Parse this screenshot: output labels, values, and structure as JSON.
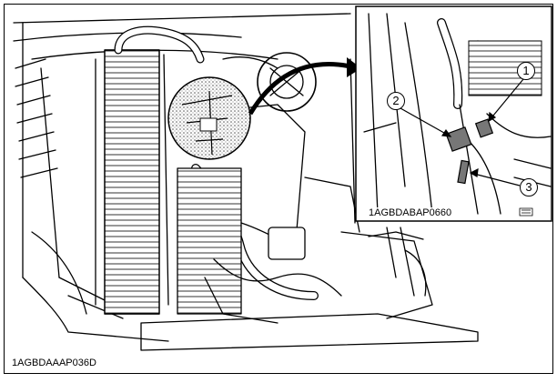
{
  "figure": {
    "main_code": "1AGBDAAAP036D",
    "inset_code": "1AGBDABAP0660",
    "callouts": [
      "1",
      "2",
      "3"
    ]
  }
}
